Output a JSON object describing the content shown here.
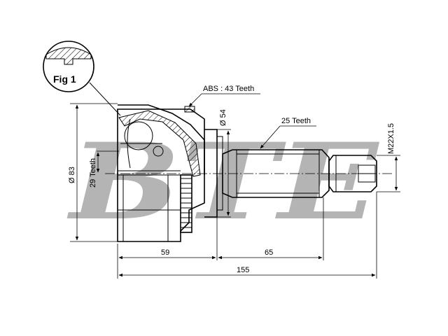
{
  "watermark": "BTE",
  "fig_label": "Fig 1",
  "labels": {
    "abs": "ABS : 43 Teeth",
    "outer_spline": "25 Teeth",
    "inner_spline": "29 Teeth",
    "outer_diameter": "Ø 83",
    "seal_diameter": "Ø 54",
    "thread": "M22X1.5"
  },
  "dimensions": {
    "dim_59": "59",
    "dim_65": "65",
    "dim_155": "155"
  },
  "colors": {
    "line": "#000000",
    "watermark": "#b4b4b4"
  }
}
